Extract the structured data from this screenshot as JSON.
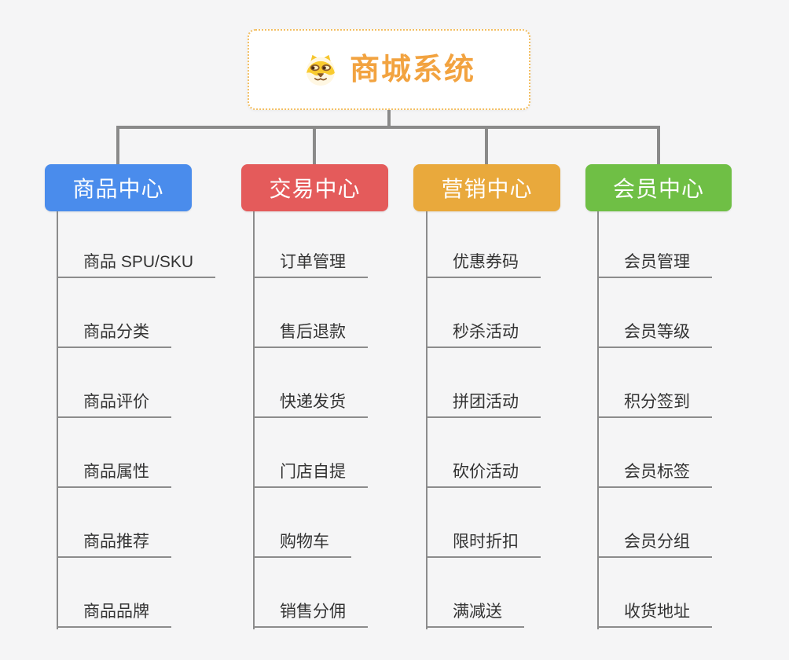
{
  "page": {
    "background_color": "#F5F5F6",
    "connector_color": "#8A8A8A"
  },
  "root": {
    "title": "商城系统",
    "icon": "shiba-dog-icon",
    "title_color": "#F2A340",
    "border_color": "#F2BE62"
  },
  "branches": [
    {
      "label": "商品中心",
      "color": "#4A8CEC",
      "children": [
        "商品 SPU/SKU",
        "商品分类",
        "商品评价",
        "商品属性",
        "商品推荐",
        "商品品牌"
      ]
    },
    {
      "label": "交易中心",
      "color": "#E45B5B",
      "children": [
        "订单管理",
        "售后退款",
        "快递发货",
        "门店自提",
        "购物车",
        "销售分佣"
      ]
    },
    {
      "label": "营销中心",
      "color": "#E9A93C",
      "children": [
        "优惠券码",
        "秒杀活动",
        "拼团活动",
        "砍价活动",
        "限时折扣",
        "满减送"
      ]
    },
    {
      "label": "会员中心",
      "color": "#6FBF45",
      "children": [
        "会员管理",
        "会员等级",
        "积分签到",
        "会员标签",
        "会员分组",
        "收货地址"
      ]
    }
  ]
}
